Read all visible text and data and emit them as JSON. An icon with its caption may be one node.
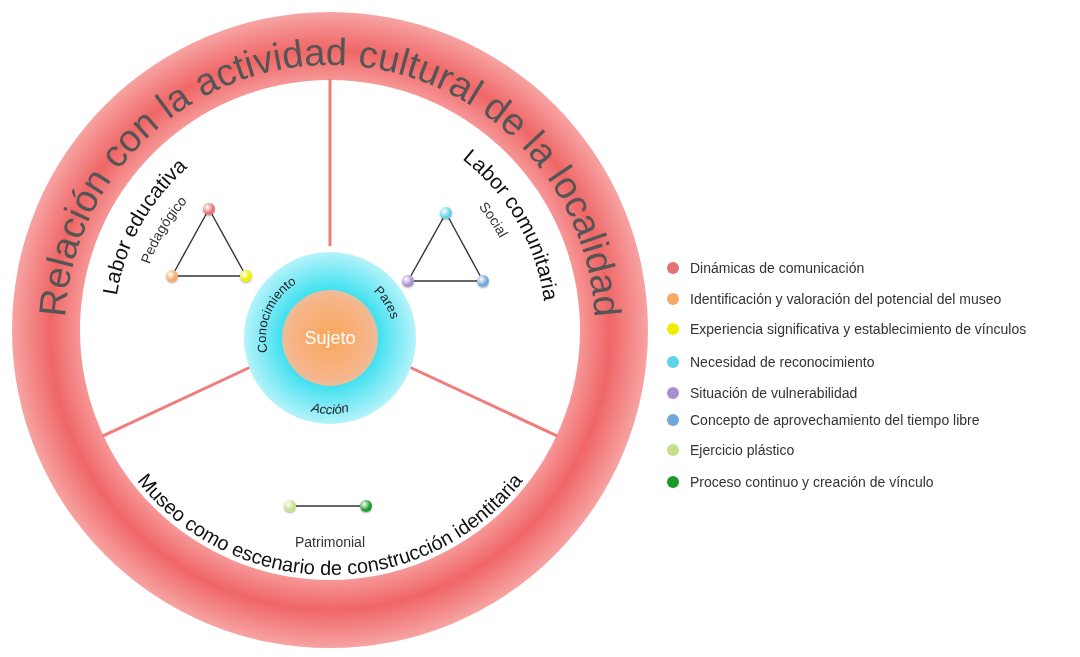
{
  "diagram": {
    "nodes": [
      {
        "text": [
          "Relación con la actividad cultural de la localidad"
        ]
      },
      {
        "text": [
          "Labor educativa",
          "Pedagógico"
        ],
        "in": 0
      },
      {
        "text": [
          "Labor comunitaria",
          "Social"
        ],
        "in": 0
      },
      {
        "text": [
          "Museo como escenario de construcción identitaria",
          "Patrimonial"
        ],
        "in": 0
      },
      {
        "text": [
          "Conocimiento",
          "Pares",
          "Acción"
        ],
        "in": 0
      },
      {
        "text": [
          "Sujeto"
        ],
        "in": 4
      },
      {
        "text": [],
        "shape": "circle",
        "in": 1
      },
      {
        "text": [],
        "shape": "circle",
        "in": 1
      },
      {
        "text": [],
        "shape": "circle",
        "in": 1
      },
      {
        "text": [],
        "shape": "circle",
        "in": 2
      },
      {
        "text": [],
        "shape": "circle",
        "in": 2
      },
      {
        "text": [],
        "shape": "circle",
        "in": 2
      },
      {
        "text": [],
        "shape": "circle",
        "in": 3
      },
      {
        "text": [],
        "shape": "circle",
        "in": 3
      }
    ],
    "edges": [
      {
        "from": 6,
        "to": 7,
        "arrow": "none"
      },
      {
        "from": 7,
        "to": 8,
        "arrow": "none"
      },
      {
        "from": 8,
        "to": 6,
        "arrow": "none"
      },
      {
        "from": 9,
        "to": 10,
        "arrow": "none"
      },
      {
        "from": 10,
        "to": 11,
        "arrow": "none"
      },
      {
        "from": 11,
        "to": 9,
        "arrow": "none"
      },
      {
        "from": 12,
        "to": 13,
        "arrow": "none"
      }
    ],
    "legend": [
      {
        "text": "Dinámicas de comunicación",
        "color": "#e57373"
      },
      {
        "text": "Identificación y valoración del potencial del museo",
        "color": "#f7a866"
      },
      {
        "text": "Experiencia significativa y establecimiento de vínculos",
        "color": "#eeee00"
      },
      {
        "text": "Necesidad de reconocimiento",
        "color": "#5fd3e8"
      },
      {
        "text": "Situación de vulnerabilidad",
        "color": "#a98fd0"
      },
      {
        "text": "Concepto de aprovechamiento del tiempo libre",
        "color": "#6fa8dc"
      },
      {
        "text": "Ejercicio plástico",
        "color": "#c5e08a"
      },
      {
        "text": "Proceso continuo y creación de vínculo",
        "color": "#1a9a2a"
      }
    ]
  }
}
